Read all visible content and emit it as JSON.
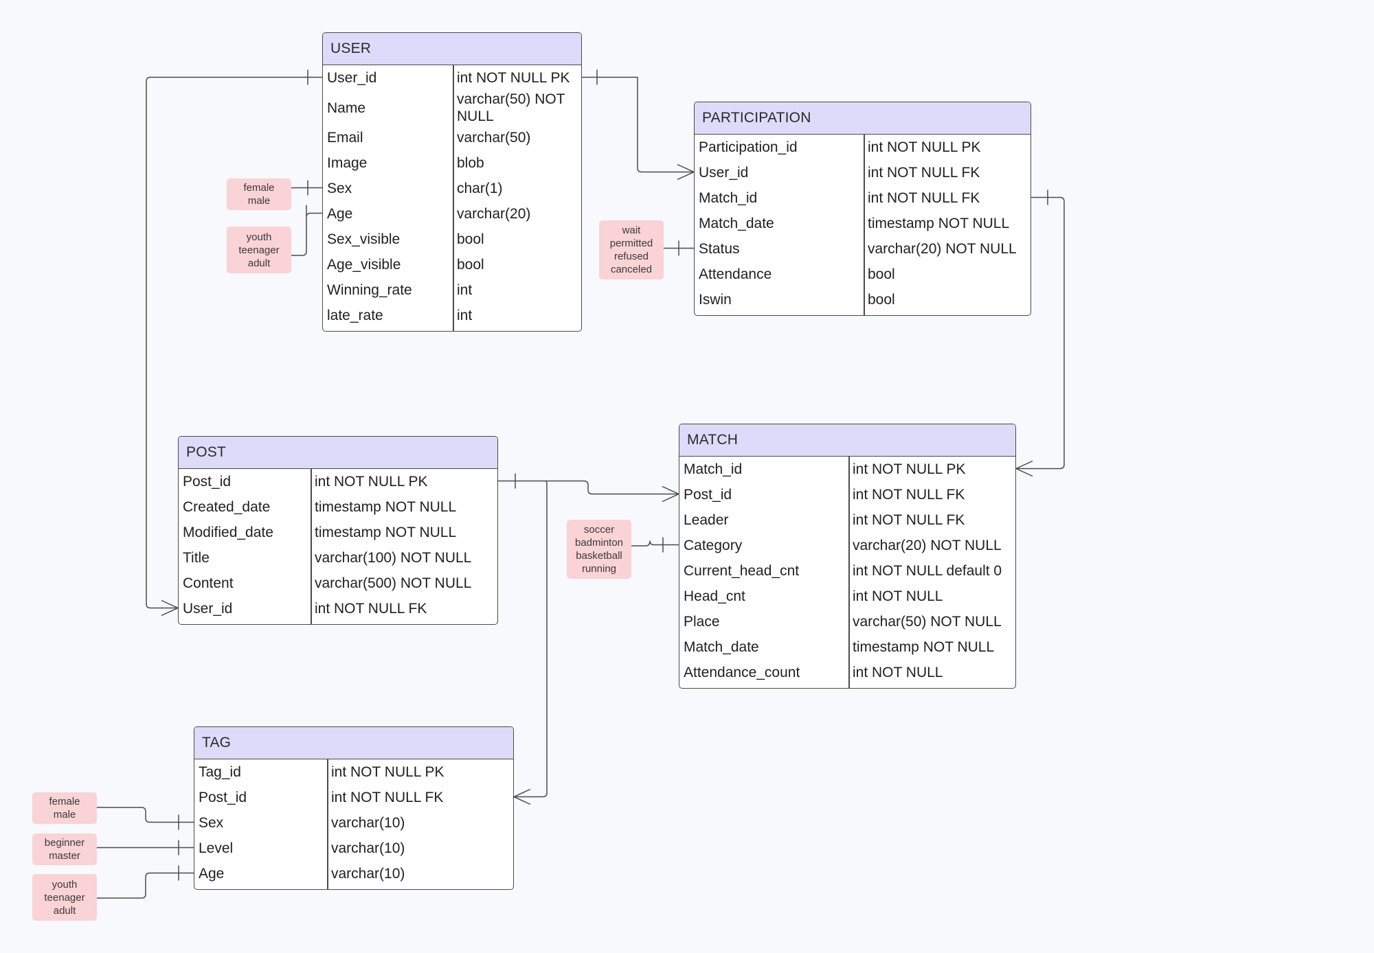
{
  "colors": {
    "header_bg": "#dcdcfa",
    "border": "#4a4a4a",
    "note_bg": "#f9d3d5",
    "canvas_bg": "#f8f9fc"
  },
  "entities": {
    "user": {
      "title": "USER",
      "fields": [
        {
          "name": "User_id",
          "type": "int NOT NULL PK"
        },
        {
          "name": "Name",
          "type": "varchar(50) NOT NULL"
        },
        {
          "name": "Email",
          "type": "varchar(50)"
        },
        {
          "name": "Image",
          "type": "blob"
        },
        {
          "name": "Sex",
          "type": "char(1)"
        },
        {
          "name": "Age",
          "type": "varchar(20)"
        },
        {
          "name": "Sex_visible",
          "type": "bool"
        },
        {
          "name": "Age_visible",
          "type": "bool"
        },
        {
          "name": "Winning_rate",
          "type": "int"
        },
        {
          "name": "late_rate",
          "type": "int"
        }
      ]
    },
    "participation": {
      "title": "PARTICIPATION",
      "fields": [
        {
          "name": "Participation_id",
          "type": "int NOT NULL PK"
        },
        {
          "name": "User_id",
          "type": "int NOT NULL FK"
        },
        {
          "name": "Match_id",
          "type": "int NOT NULL FK"
        },
        {
          "name": "Match_date",
          "type": "timestamp NOT NULL"
        },
        {
          "name": "Status",
          "type": "varchar(20) NOT NULL"
        },
        {
          "name": "Attendance",
          "type": "bool"
        },
        {
          "name": "Iswin",
          "type": "bool"
        }
      ]
    },
    "post": {
      "title": "POST",
      "fields": [
        {
          "name": "Post_id",
          "type": "int NOT NULL PK"
        },
        {
          "name": "Created_date",
          "type": "timestamp NOT NULL"
        },
        {
          "name": "Modified_date",
          "type": "timestamp NOT NULL"
        },
        {
          "name": "Title",
          "type": "varchar(100) NOT NULL"
        },
        {
          "name": "Content",
          "type": "varchar(500) NOT NULL"
        },
        {
          "name": "User_id",
          "type": "int NOT NULL FK"
        }
      ]
    },
    "match": {
      "title": "MATCH",
      "fields": [
        {
          "name": "Match_id",
          "type": "int NOT NULL PK"
        },
        {
          "name": "Post_id",
          "type": "int NOT NULL FK"
        },
        {
          "name": "Leader",
          "type": "int NOT NULL FK"
        },
        {
          "name": "Category",
          "type": "varchar(20) NOT NULL"
        },
        {
          "name": "Current_head_cnt",
          "type": "int NOT NULL default 0"
        },
        {
          "name": "Head_cnt",
          "type": "int NOT NULL"
        },
        {
          "name": "Place",
          "type": "varchar(50) NOT NULL"
        },
        {
          "name": "Match_date",
          "type": "timestamp NOT NULL"
        },
        {
          "name": "Attendance_count",
          "type": "int NOT NULL"
        }
      ]
    },
    "tag": {
      "title": "TAG",
      "fields": [
        {
          "name": "Tag_id",
          "type": "int NOT NULL PK"
        },
        {
          "name": "Post_id",
          "type": "int NOT NULL FK"
        },
        {
          "name": "Sex",
          "type": "varchar(10)"
        },
        {
          "name": "Level",
          "type": "varchar(10)"
        },
        {
          "name": "Age",
          "type": "varchar(10)"
        }
      ]
    }
  },
  "notes": {
    "user_sex": [
      "female",
      "male"
    ],
    "user_age": [
      "youth",
      "teenager",
      "adult"
    ],
    "participation_status": [
      "wait",
      "permitted",
      "refused",
      "canceled"
    ],
    "match_category": [
      "soccer",
      "badminton",
      "basketball",
      "running"
    ],
    "tag_sex": [
      "female",
      "male"
    ],
    "tag_level": [
      "beginner",
      "master"
    ],
    "tag_age": [
      "youth",
      "teenager",
      "adult"
    ]
  }
}
